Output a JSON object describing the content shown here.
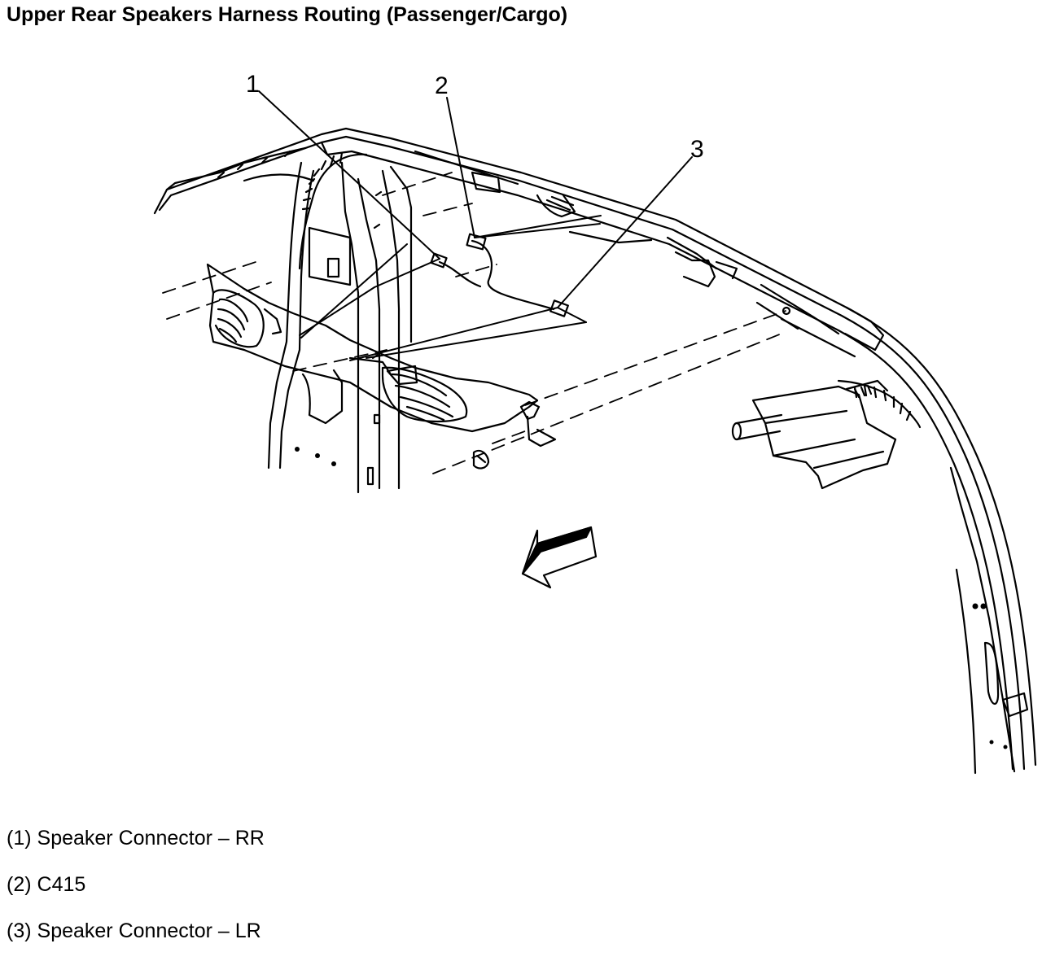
{
  "title": "Upper Rear Speakers Harness Routing (Passenger/Cargo)",
  "callouts": [
    {
      "number": "1",
      "ref": "(1)",
      "label": "Speaker Connector – RR"
    },
    {
      "number": "2",
      "ref": "(2)",
      "label": "C415"
    },
    {
      "number": "3",
      "ref": "(3)",
      "label": "Speaker Connector – LR"
    }
  ],
  "colors": {
    "ink": "#000000",
    "paper": "#ffffff"
  },
  "icons": [
    "forward-direction-arrow-icon"
  ]
}
